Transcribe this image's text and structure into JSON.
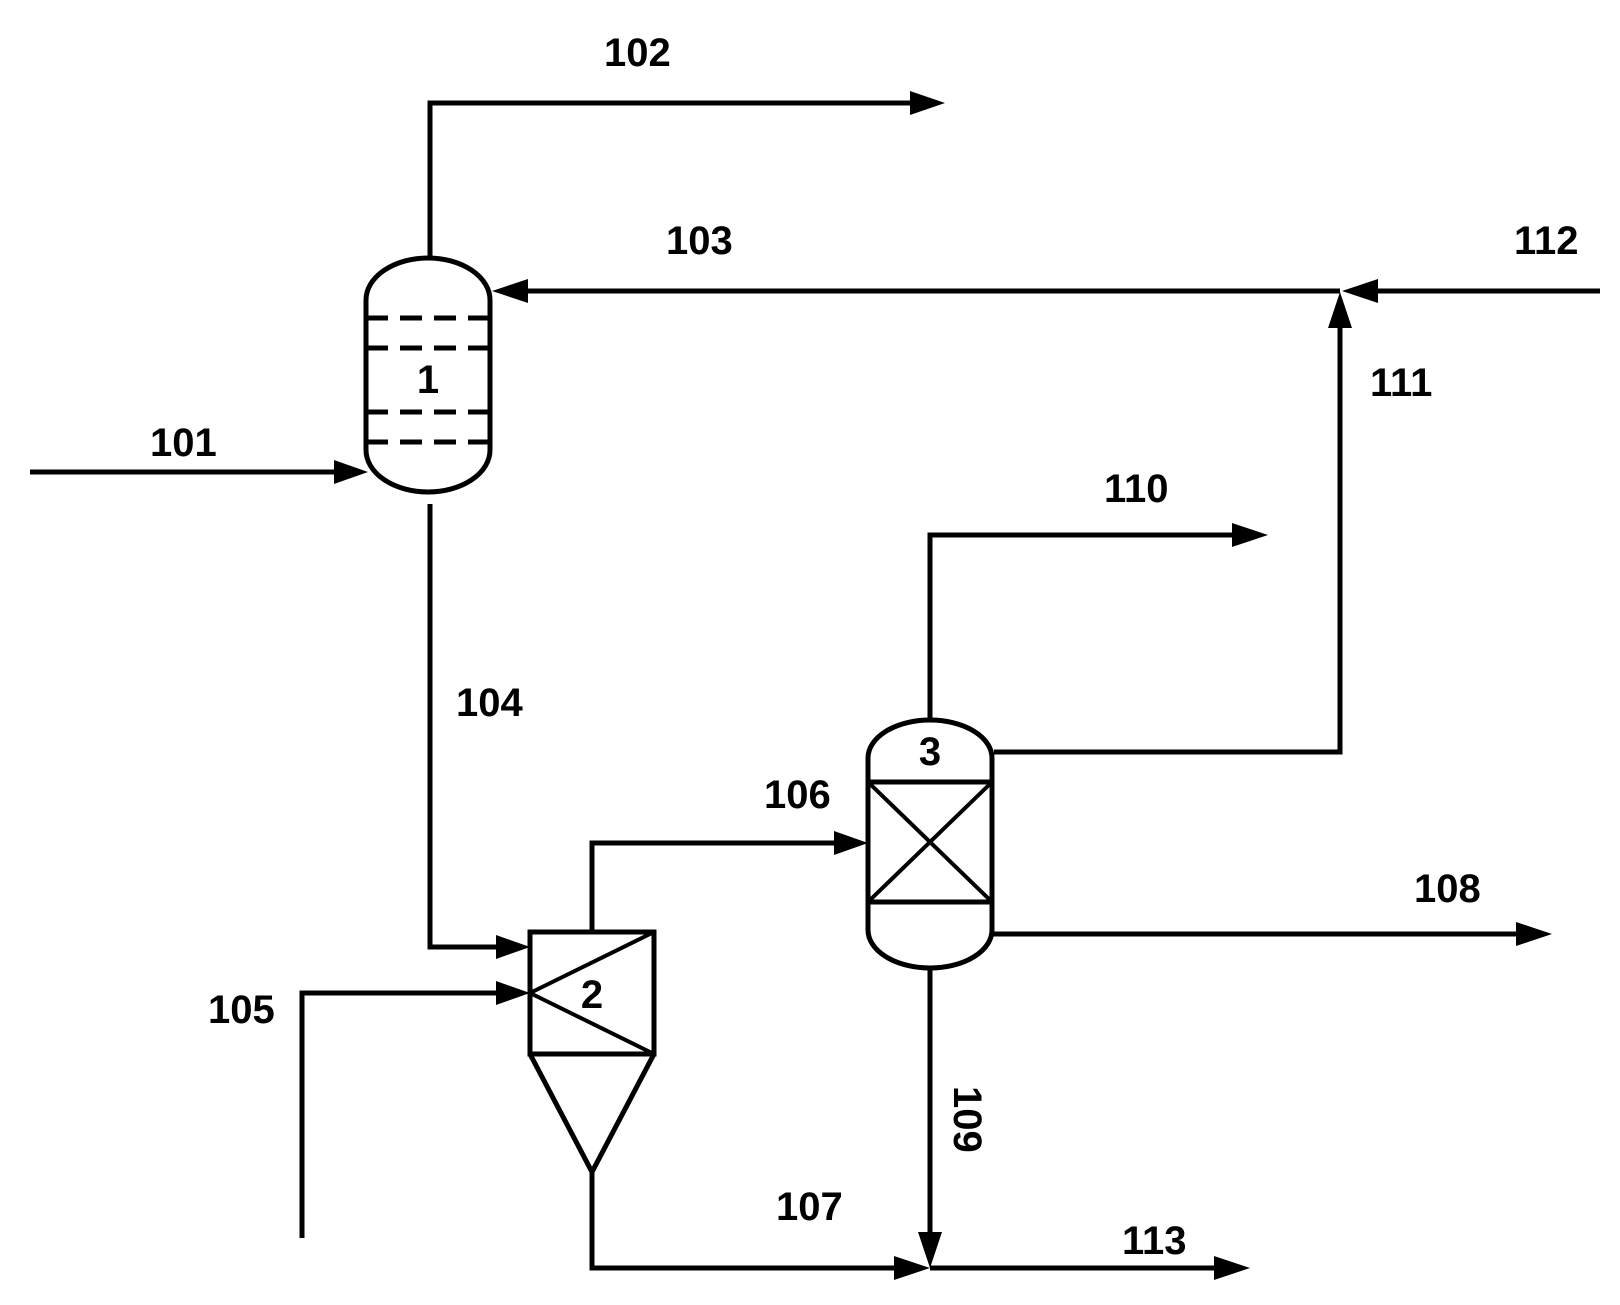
{
  "diagram": {
    "units": {
      "unit_1": "1",
      "unit_2": "2",
      "unit_3": "3"
    },
    "streams": {
      "s101": "101",
      "s102": "102",
      "s103": "103",
      "s104": "104",
      "s105": "105",
      "s106": "106",
      "s107": "107",
      "s108": "108",
      "s109": "109",
      "s110": "110",
      "s111": "111",
      "s112": "112",
      "s113": "113"
    }
  }
}
